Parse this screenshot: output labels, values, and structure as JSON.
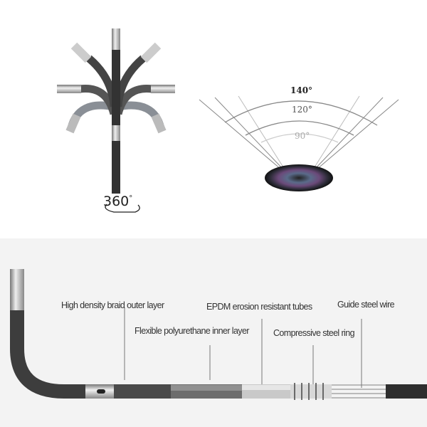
{
  "rotation": {
    "label": "360",
    "degree_mark": "°"
  },
  "field_of_view": {
    "angles": [
      "140°",
      "120°",
      "90°"
    ]
  },
  "cable_layers": [
    "High density braid outer layer",
    "Flexible polyurethane inner layer",
    "EPDM erosion resistant tubes",
    "Compressive steel ring",
    "Guide steel wire"
  ],
  "colors": {
    "panel_bg": "#f3f3f3",
    "braid": "#3a3a3a",
    "steel": "#c8c8c8"
  }
}
